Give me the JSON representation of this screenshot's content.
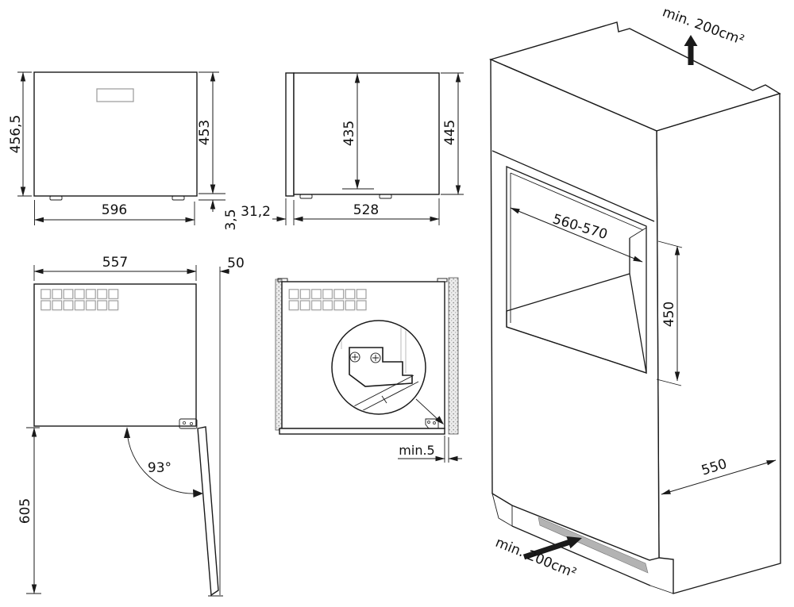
{
  "colors": {
    "line": "#1a1a1a",
    "vent_slot_gray": "#b3b3b3",
    "wall_stipple_gray": "#9a9a9a",
    "display_outline_gray": "#999999"
  },
  "views": {
    "front": {
      "dims": {
        "total_height": "456,5",
        "body_height": "453",
        "feet_height": "3,5",
        "width": "596"
      }
    },
    "side": {
      "dims": {
        "inner_height": "435",
        "total_height": "445",
        "door_thickness": "31,2",
        "depth": "528"
      }
    },
    "door_open": {
      "dims": {
        "width": "557",
        "door_clearance": "50",
        "opening_angle": "93°",
        "height": "605"
      }
    },
    "top_view": {
      "dims": {
        "side_gap": "min.5"
      }
    },
    "cabinet": {
      "dims": {
        "top_vent": "min. 200cm²",
        "niche_width": "560-570",
        "niche_height": "450",
        "depth": "550",
        "bottom_vent": "min. 200cm²"
      }
    }
  }
}
